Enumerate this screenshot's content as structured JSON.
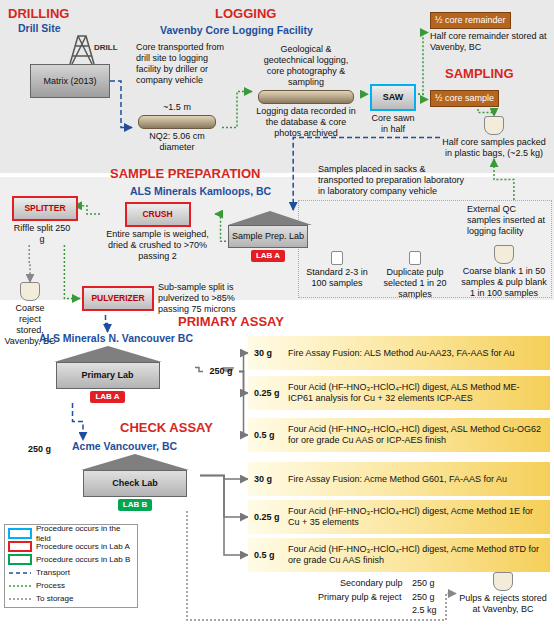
{
  "diagram": {
    "nodes": [
      {
        "text": [
          "Matrix (2013)"
        ]
      },
      {
        "text": [
          "~1.5 m",
          "NQ2: 5.06 cm diameter"
        ]
      },
      {
        "text": [
          "Geological & geotechnical logging, core photography & sampling",
          "Logging data recorded in the database & core photos archived"
        ]
      },
      {
        "text": [
          "SAW",
          "Core sawn in half"
        ]
      },
      {
        "text": [
          "½ core remainder",
          "Half core remainder stored at Vavenby, BC"
        ]
      },
      {
        "text": [
          "½ core sample"
        ]
      },
      {
        "text": [
          "Half core samples packed in plastic bags, (~2.5 kg)"
        ]
      },
      {
        "text": [
          "External QC samples inserted at logging facility"
        ]
      },
      {
        "text": [
          "Standard 2-3 in 100 samples"
        ],
        "in": 7
      },
      {
        "text": [
          "Duplicate pulp selected 1 in 20 samples"
        ],
        "in": 7
      },
      {
        "text": [
          "Coarse blank 1 in 50 samples & pulp blank 1 in 100 samples"
        ],
        "in": 7
      },
      {
        "text": [
          "Sample Prep. Lab",
          "LAB A"
        ]
      },
      {
        "text": [
          "CRUSH",
          "Entire sample is weighed, dried & crushed to >70% passing 2"
        ]
      },
      {
        "text": [
          "SPLITTER",
          "Riffle split 250 g"
        ]
      },
      {
        "text": [
          "Coarse reject stored, Vavenby, BC"
        ]
      },
      {
        "text": [
          "PULVERIZER",
          "Sub-sample split is pulverized to >85% passing 75 microns"
        ]
      },
      {
        "text": [
          "ALS Minerals N. Vancouver BC",
          "Primary Lab",
          "LAB A"
        ]
      },
      {
        "text": [
          "250 g"
        ]
      },
      {
        "text": [
          "30 g",
          "Fire Assay Fusion: ALS Method Au-AA23, FA-AAS for Au"
        ]
      },
      {
        "text": [
          "0.25 g",
          "Four Acid (HF-HNO₃-HClO₄-HCl) digest, ALS Method ME-ICP61 analysis for Cu + 32 elements ICP-AES"
        ]
      },
      {
        "text": [
          "0.5 g",
          "Four Acid (HF-HNO₃-HClO₄-HCl) digest, ASL Method Cu-OG62 for ore grade Cu AAS or ICP-AES finish"
        ]
      },
      {
        "text": [
          "Acme Vancouver, BC",
          "Check Lab",
          "LAB B"
        ]
      },
      {
        "text": [
          "30 g",
          "Fire Assay Fusion: Acme Method G601, FA-AAS for Au"
        ]
      },
      {
        "text": [
          "0.25 g",
          "Four Acid (HF-HNO₃-HClO₄-HCl) digest, Acme Method 1E for Cu + 35 elements"
        ]
      },
      {
        "text": [
          "0.5 g",
          "Four Acid (HF-HNO₃-HClO₄-HCl) digest, Acme Method 8TD for ore grade Cu AAS finish"
        ]
      },
      {
        "text": [
          "Pulps & rejects stored at Vavenby, BC"
        ]
      }
    ],
    "edges": [
      {
        "from": 0,
        "to": 1,
        "arrow": "to"
      },
      {
        "from": 1,
        "to": 2,
        "arrow": "to"
      },
      {
        "from": 2,
        "to": 3,
        "arrow": "to"
      },
      {
        "from": 3,
        "to": 4,
        "arrow": "to"
      },
      {
        "from": 3,
        "to": 5,
        "arrow": "to"
      },
      {
        "from": 5,
        "to": 6,
        "arrow": "to"
      },
      {
        "from": 6,
        "to": 11,
        "arrow": "to"
      },
      {
        "from": 7,
        "to": 6,
        "arrow": "to"
      },
      {
        "from": 11,
        "to": 12,
        "arrow": "to"
      },
      {
        "from": 12,
        "to": 13,
        "arrow": "to"
      },
      {
        "from": 13,
        "to": 14,
        "arrow": "to"
      },
      {
        "from": 13,
        "to": 15,
        "arrow": "to"
      },
      {
        "from": 15,
        "to": 16,
        "arrow": "to"
      },
      {
        "from": 16,
        "to": 17,
        "arrow": "none"
      },
      {
        "from": 17,
        "to": 18,
        "arrow": "to"
      },
      {
        "from": 17,
        "to": 19,
        "arrow": "to"
      },
      {
        "from": 17,
        "to": 20,
        "arrow": "to"
      },
      {
        "from": 16,
        "to": 21,
        "arrow": "to"
      },
      {
        "from": 21,
        "to": 22,
        "arrow": "to"
      },
      {
        "from": 21,
        "to": 23,
        "arrow": "to"
      },
      {
        "from": 21,
        "to": 24,
        "arrow": "to"
      },
      {
        "from": 21,
        "to": 25,
        "arrow": "to"
      }
    ],
    "labels": [
      "DRILLING",
      "Drill Site",
      "DRILL",
      "LOGGING",
      "Vavenby Core Logging Facility",
      "Core transported from drill site to logging facility by driller or company vehicle",
      "SAMPLING",
      "SAMPLE PREPARATION",
      "ALS Minerals Kamloops, BC",
      "Samples placed in sacks & transported to preparation laboratory in laboratory company vehicle",
      "PRIMARY ASSAY",
      "CHECK ASSAY",
      "250 g",
      "Secondary pulp",
      "250 g",
      "Primary pulp & reject",
      "250 g",
      "2.5 kg"
    ],
    "legend": [
      {
        "text": "Procedure occurs in the field",
        "color": "#00b0f0"
      },
      {
        "text": "Procedure occurs in Lab A",
        "color": "#e31e24"
      },
      {
        "text": "Procedure occurs in Lab B",
        "color": "#00a651"
      },
      {
        "text": "Transport"
      },
      {
        "text": "Process"
      },
      {
        "text": "To storage"
      }
    ]
  }
}
